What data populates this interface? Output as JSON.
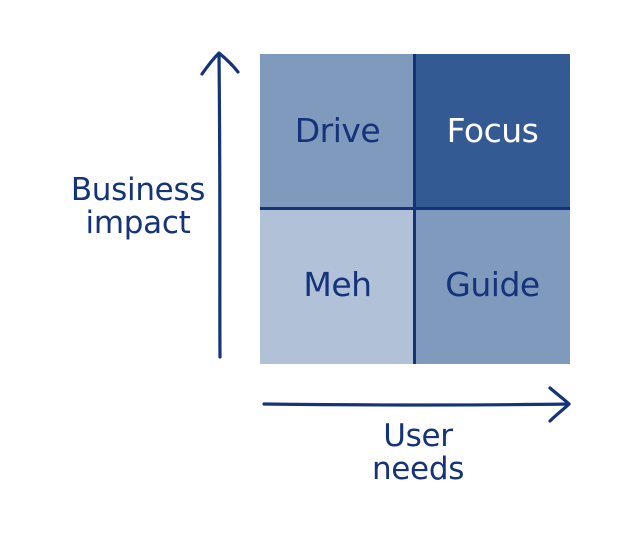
{
  "colors": {
    "ink": "#15337a",
    "cell_dark": "#335a93",
    "cell_mid": "#7f9abd",
    "cell_light": "#b1c2d8",
    "text_on_dark": "#ffffff",
    "text_on_light": "#15337a"
  },
  "y_axis": {
    "label_line1": "Business",
    "label_line2": "impact"
  },
  "x_axis": {
    "label_line1": "User",
    "label_line2": "needs"
  },
  "quadrants": {
    "top_left": "Drive",
    "top_right": "Focus",
    "bottom_left": "Meh",
    "bottom_right": "Guide"
  }
}
